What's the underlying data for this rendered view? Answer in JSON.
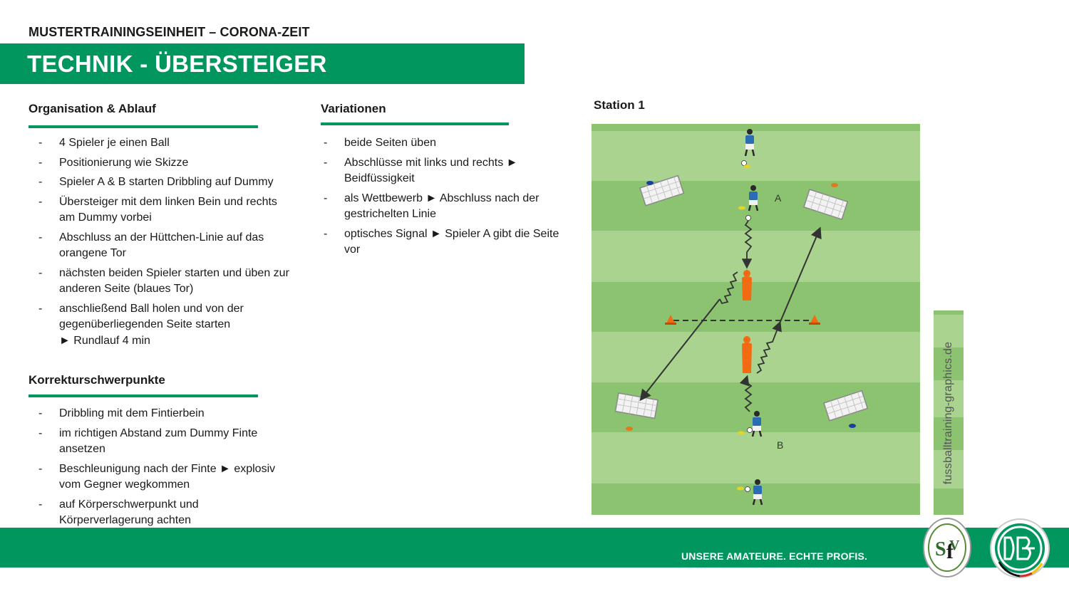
{
  "header": {
    "supertitle": "MUSTERTRAININGSEINHEIT – CORONA-ZEIT",
    "title": "TECHNIK - ÜBERSTEIGER"
  },
  "organisation": {
    "heading": "Organisation  & Ablauf",
    "items": [
      "4 Spieler je einen Ball",
      "Positionierung wie Skizze",
      "Spieler A & B starten Dribbling auf Dummy",
      "Übersteiger mit dem linken Bein und rechts am Dummy vorbei",
      "Abschluss an der Hüttchen-Linie auf das orangene Tor",
      "nächsten beiden Spieler starten und üben zur anderen Seite (blaues Tor)",
      "anschließend Ball holen und von der gegenüberliegenden Seite starten"
    ],
    "extra": "► Rundlauf 4 min"
  },
  "korrektur": {
    "heading": "Korrekturschwerpunkte",
    "items": [
      "Dribbling mit dem Fintierbein",
      "im richtigen Abstand zum Dummy Finte ansetzen",
      "Beschleunigung nach der Finte ► explosiv vom Gegner wegkommen",
      "auf Körperschwerpunkt und Körperverlagerung achten"
    ]
  },
  "variationen": {
    "heading": "Variationen",
    "items": [
      "beide Seiten üben",
      "Abschlüsse mit links und rechts ► Beidfüssigkeit",
      "als Wettbewerb ► Abschluss nach der gestrichelten Linie",
      "optisches Signal ► Spieler A gibt die Seite vor"
    ]
  },
  "station": {
    "title": "Station  1",
    "label_a": "A",
    "label_b": "B"
  },
  "watermark": "fussballtraining-graphics.de",
  "footer": {
    "slogan": "UNSERE  AMATEURE. ECHTE  PROFIS."
  },
  "colors": {
    "brand_green": "#00965e",
    "field_light": "#a9d38e",
    "field_dark": "#8cc371",
    "dummy_orange": "#f26a12",
    "player_blue": "#2a6db5",
    "cone_blue": "#1a3fa0"
  }
}
